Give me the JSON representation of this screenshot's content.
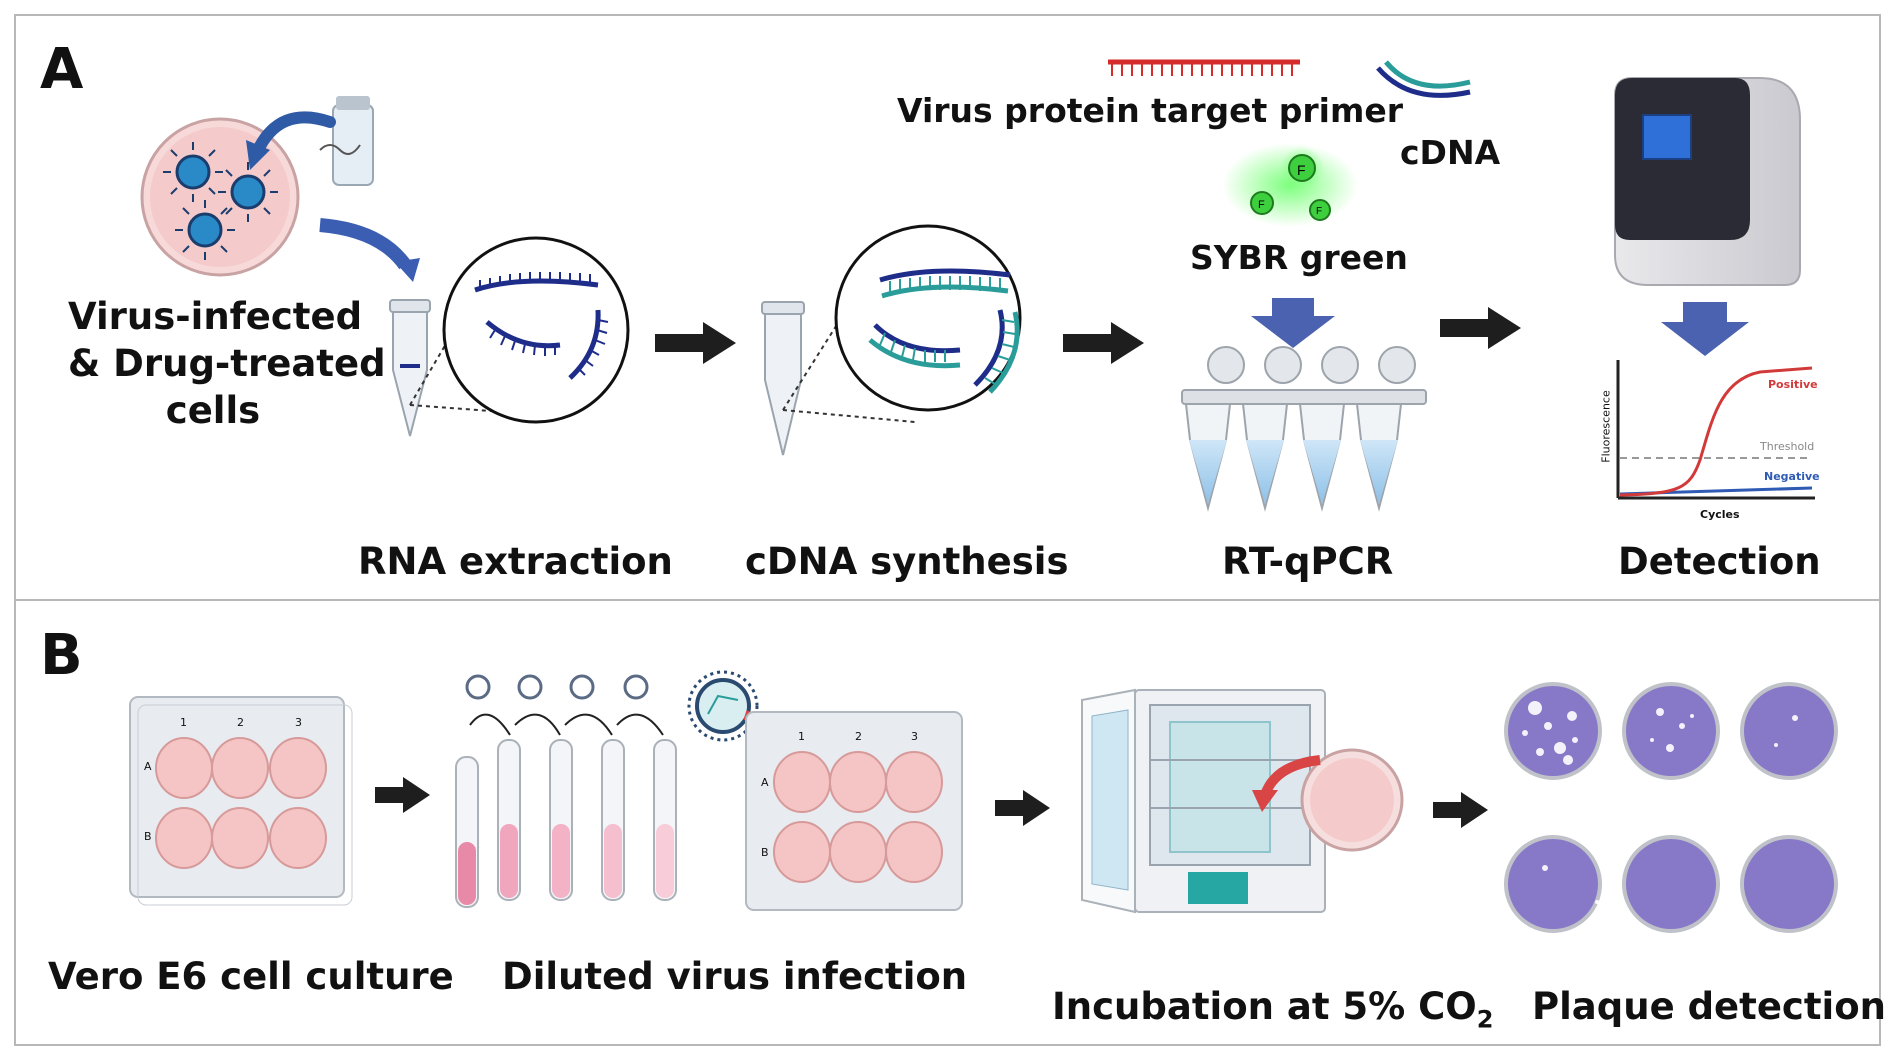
{
  "panel_a": {
    "letter": "A",
    "cells_label": [
      "Virus-infected",
      "& Drug-treated",
      "cells"
    ],
    "step_labels": {
      "rna": "RNA extraction",
      "cdna": "cDNA synthesis",
      "qpcr": "RT-qPCR",
      "detection": "Detection"
    },
    "reagents": {
      "primer": "Virus protein target primer",
      "cdna": "cDNA",
      "sybr": "SYBR green",
      "fluor_mark": "F"
    },
    "curve": {
      "positive": "Positive",
      "threshold": "Threshold",
      "negative": "Negative",
      "ylabel": "Fluorescence",
      "xlabel": "Cycles"
    }
  },
  "panel_b": {
    "letter": "B",
    "step_labels": {
      "culture": "Vero E6 cell culture",
      "dilution": "Diluted virus infection",
      "incubation_prefix": "Incubation at 5% CO",
      "incubation_sub": "2",
      "plaque": "Plaque detection"
    },
    "plate_columns": [
      "1",
      "2",
      "3"
    ],
    "plate_rows": [
      "A",
      "B"
    ]
  },
  "colors": {
    "arrow": "#222222",
    "blue_arrow": "#4a62b0",
    "rna_strand": "#1f2d8a",
    "cdna_strand": "#2a9d9a",
    "primer": "#d62b2b",
    "sybr": "#3ecf3e",
    "well_pink": "#f5c4c4",
    "liquid_pink": "#e88aa7",
    "plaque_purple": "#8878c8",
    "positive_curve": "#d23a3a",
    "negative_curve": "#2f5bb5"
  }
}
